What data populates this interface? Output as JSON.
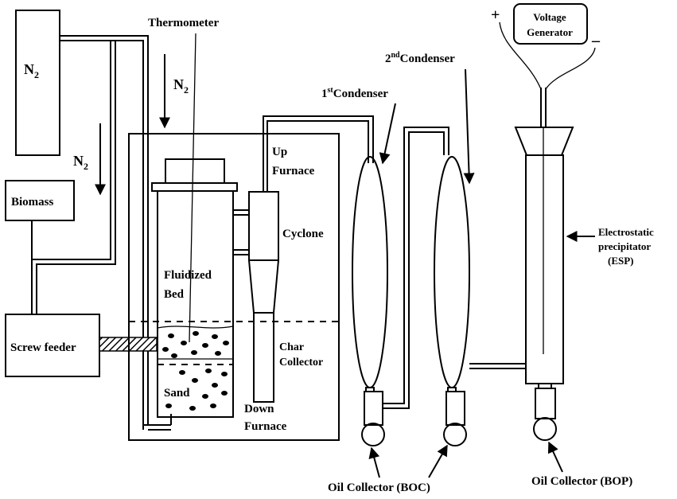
{
  "labels": {
    "n2_cylinder": "N",
    "n2_arrow_left": "N",
    "n2_arrow_top": "N",
    "n2_sub": "2",
    "thermometer": "Thermometer",
    "biomass": "Biomass",
    "screw_feeder": "Screw feeder",
    "up_furnace_1": "Up",
    "up_furnace_2": "Furnace",
    "cyclone": "Cyclone",
    "fluidized_1": "Fluidized",
    "fluidized_2": "Bed",
    "char_1": "Char",
    "char_2": "Collector",
    "sand": "Sand",
    "down_furnace_1": "Down",
    "down_furnace_2": "Furnace",
    "first_condenser_num": "1",
    "first_condenser_sup": "st",
    "first_condenser_word": "Condenser",
    "second_condenser_num": "2",
    "second_condenser_sup": "nd",
    "second_condenser_word": "Condenser",
    "voltage_1": "Voltage",
    "voltage_2": "Generator",
    "plus": "+",
    "minus": "–",
    "esp_1": "Electrostatic",
    "esp_2": "precipitator",
    "esp_3": "(ESP)",
    "oil_boc": "Oil Collector (BOC)",
    "oil_bop": "Oil Collector (BOP)"
  }
}
